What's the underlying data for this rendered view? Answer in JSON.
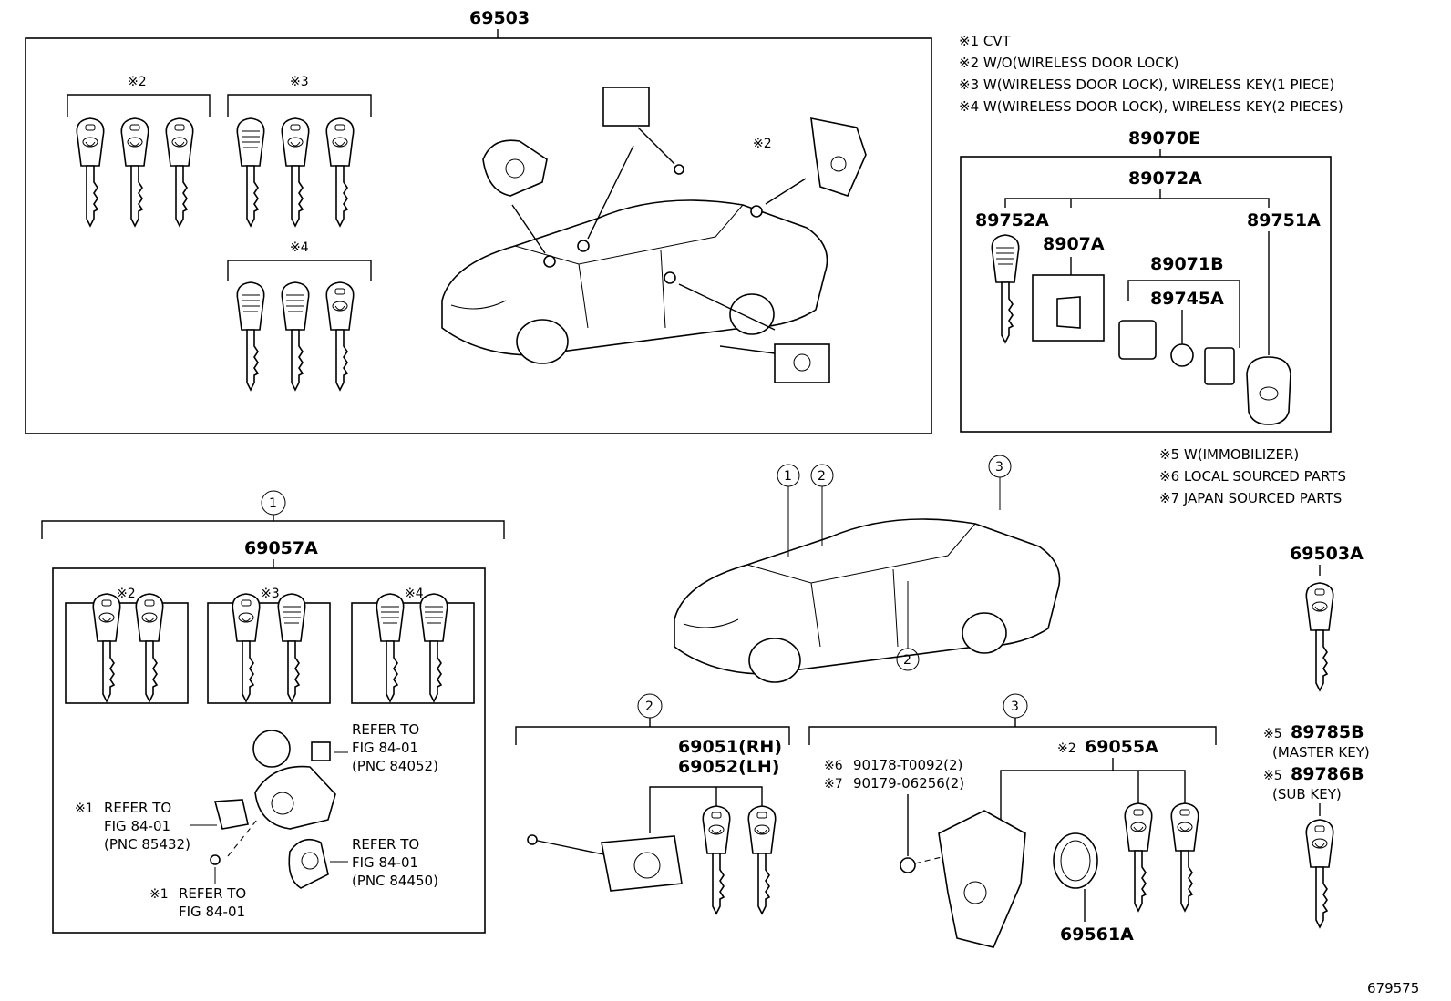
{
  "notes_top": [
    "※1 CVT",
    "※2 W/O(WIRELESS DOOR LOCK)",
    "※3 W(WIRELESS DOOR LOCK), WIRELESS KEY(1 PIECE)",
    "※4 W(WIRELESS DOOR LOCK), WIRELESS KEY(2 PIECES)"
  ],
  "notes_mid": [
    "※5 W(IMMOBILIZER)",
    "※6 LOCAL SOURCED PARTS",
    "※7 JAPAN SOURCED PARTS"
  ],
  "top_group": {
    "part_no": "69503",
    "mark2": "※2",
    "mark3": "※3",
    "mark4": "※4",
    "lock_mark": "※2"
  },
  "remote_group": {
    "main": "89070E",
    "sub": "89072A",
    "left_key": "89752A",
    "right_remote": "89751A",
    "pad": "8907A",
    "battery_assy": "89071B",
    "battery": "89745A"
  },
  "circles": [
    "1",
    "2",
    "3"
  ],
  "ignition_group": {
    "circle": "1",
    "part_no": "69057A",
    "mark2": "※2",
    "mark3": "※3",
    "mark4": "※4",
    "refer1": [
      "REFER TO",
      "FIG 84-01",
      "(PNC 84052)"
    ],
    "refer2_mark": "※1",
    "refer2": [
      "REFER TO",
      "FIG 84-01",
      "(PNC 85432)"
    ],
    "refer3": [
      "REFER TO",
      "FIG 84-01",
      "(PNC 84450)"
    ],
    "refer4_mark": "※1",
    "refer4": [
      "REFER TO",
      "FIG 84-01"
    ]
  },
  "door_group": {
    "circle": "2",
    "rh": "69051(RH)",
    "lh": "69052(LH)"
  },
  "trunk_group": {
    "circle": "3",
    "mark": "※2",
    "part_no": "69055A",
    "nut1_mark": "※6",
    "nut1": "90178-T0092(2)",
    "nut2_mark": "※7",
    "nut2": "90179-06256(2)",
    "cylinder": "69561A"
  },
  "master_key": {
    "part_no": "69503A",
    "m1_mark": "※5",
    "m1": "89785B",
    "m1_desc": "(MASTER KEY)",
    "m2_mark": "※5",
    "m2": "89786B",
    "m2_desc": "(SUB KEY)"
  },
  "figure_id": "679575"
}
